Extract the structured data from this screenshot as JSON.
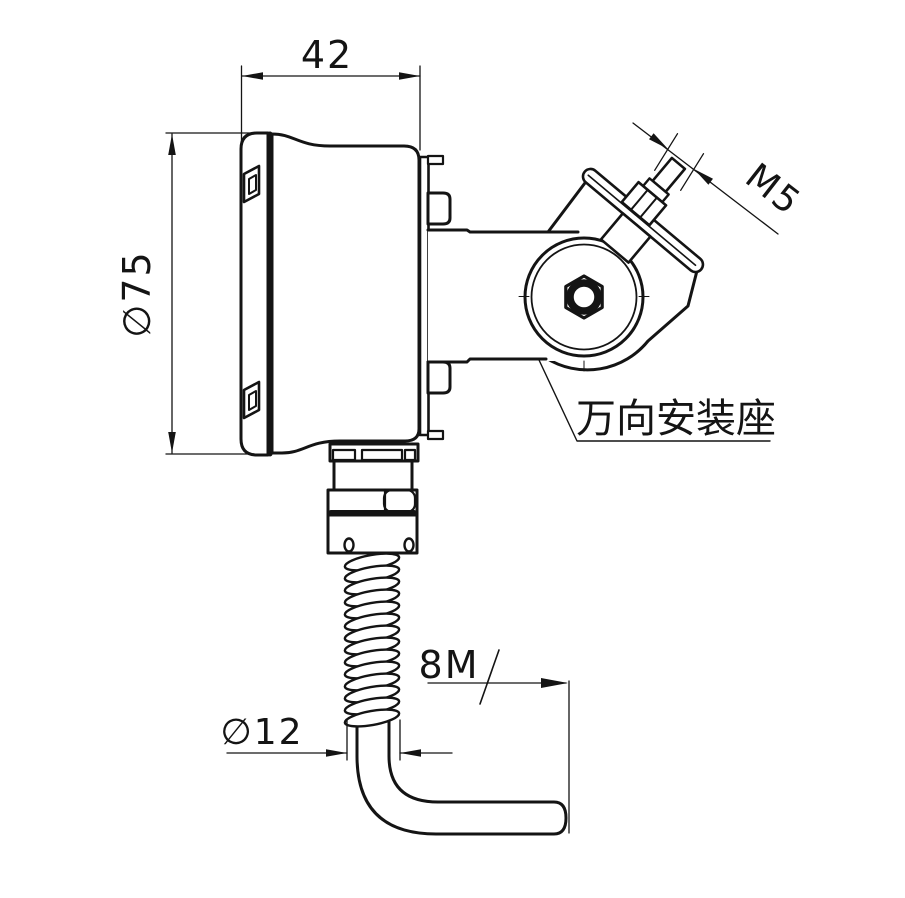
{
  "drawing": {
    "title": "universal swivel mount sensor drawing",
    "background": "#ffffff",
    "line_color": "#141414",
    "labels": {
      "body_width": "42",
      "body_diameter": "∅75",
      "screw_thread": "M5",
      "cable_length": "8M",
      "cable_diameter": "∅12",
      "bracket_name": "万向安装座"
    }
  }
}
